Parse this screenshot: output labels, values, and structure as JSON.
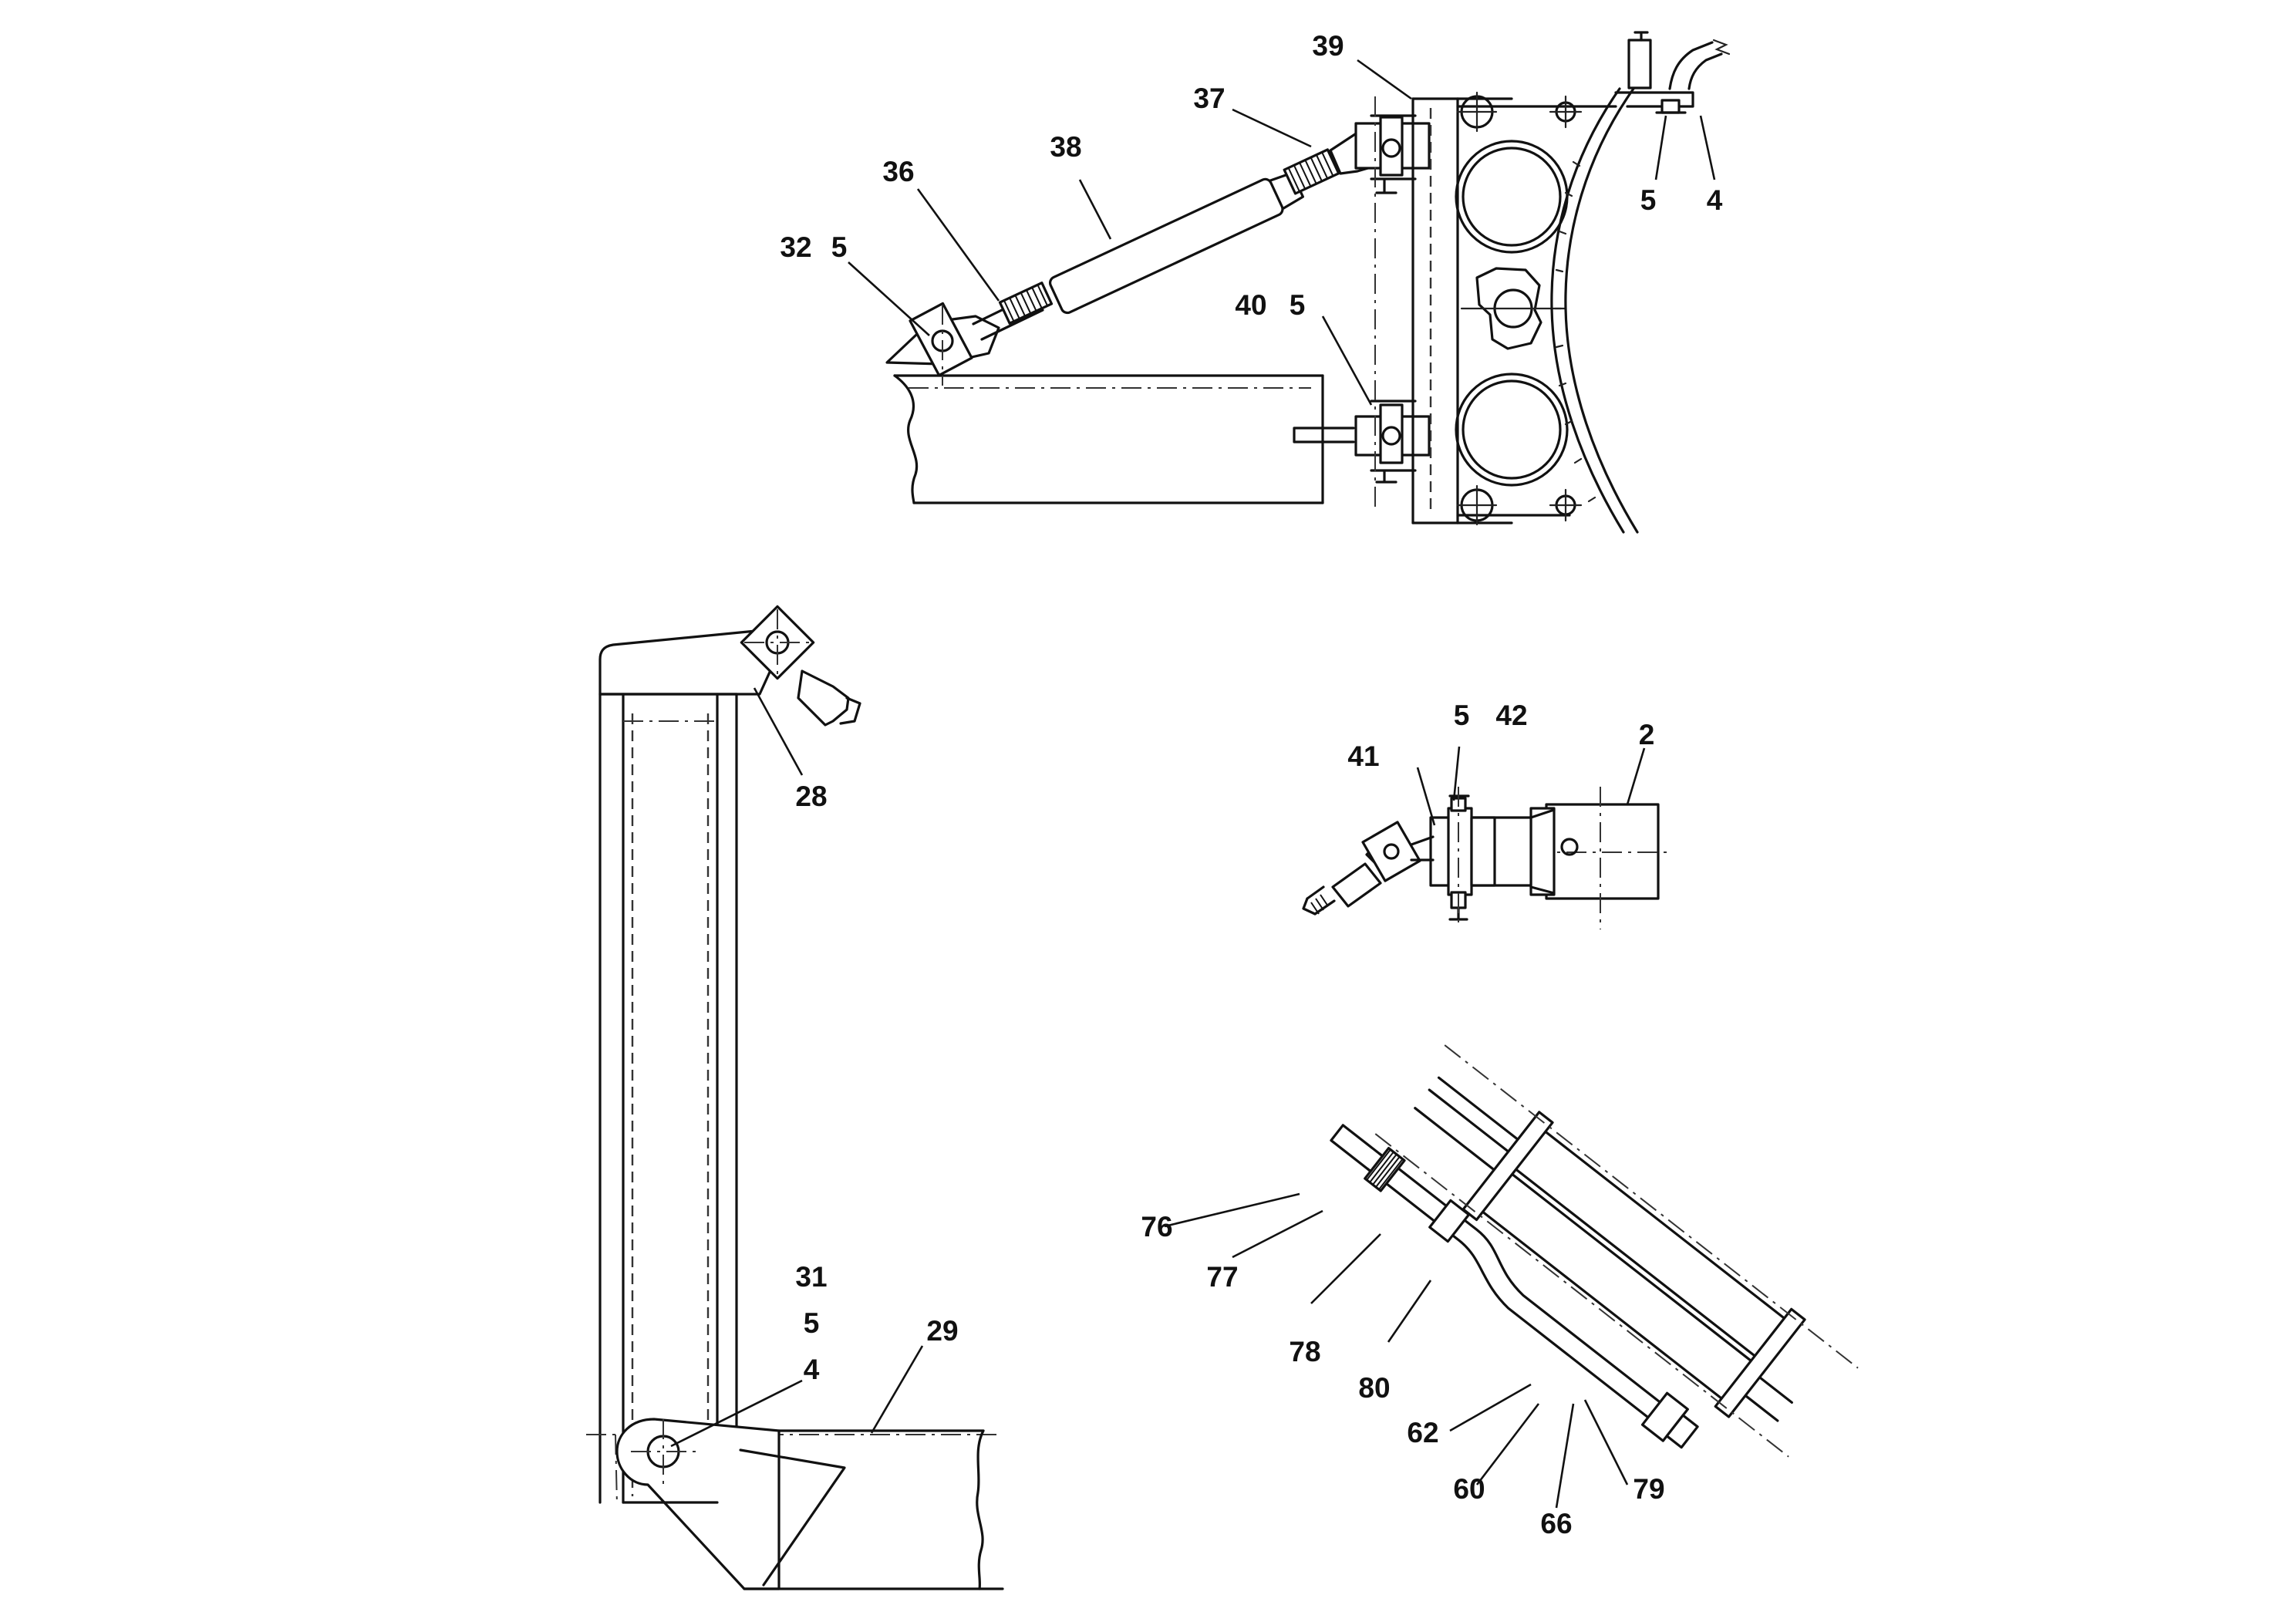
{
  "callouts": {
    "c39": "39",
    "c37": "37",
    "c38": "38",
    "c36": "36",
    "c32": "32",
    "c5_a": "5",
    "c5_b": "5",
    "c4_a": "4",
    "c40": "40",
    "c5_c": "5",
    "c28": "28",
    "c5_d": "5",
    "c42": "42",
    "c2": "2",
    "c41": "41",
    "c31": "31",
    "c5_e": "5",
    "c4_b": "4",
    "c29": "29",
    "c76": "76",
    "c77": "77",
    "c78": "78",
    "c80": "80",
    "c62": "62",
    "c60": "60",
    "c66": "66",
    "c79": "79"
  },
  "icons": {
    "pivot": "pivot-pin-icon",
    "tube": "tube-section-icon",
    "thread": "thread-icon"
  }
}
